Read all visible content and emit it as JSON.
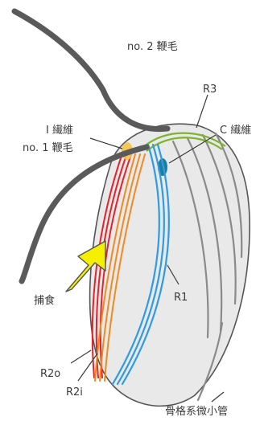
{
  "labels": {
    "flagellum2": "no. 2 鞭毛",
    "flagellum1": "no. 1 鞭毛",
    "r3": "R3",
    "c_fiber": "C 繊維",
    "i_fiber": "I 繊維",
    "feeding": "捕食",
    "r1": "R1",
    "r2o": "R2o",
    "r2i": "R2i",
    "skeletal_microtubule": "骨格系微小管"
  },
  "colors": {
    "cell_fill": "#e9e9e9",
    "cell_stroke": "#555555",
    "flagellum": "#5a5a5a",
    "skeletal": "#8a8a8a",
    "r1": "#2f9be3",
    "r2o": "#e3232b",
    "r2i": "#ef8a1f",
    "r3": "#7db32e",
    "c_fiber": "#1e7ea0",
    "i_fiber": "#f7c24a",
    "arrow": "#f4f000"
  }
}
